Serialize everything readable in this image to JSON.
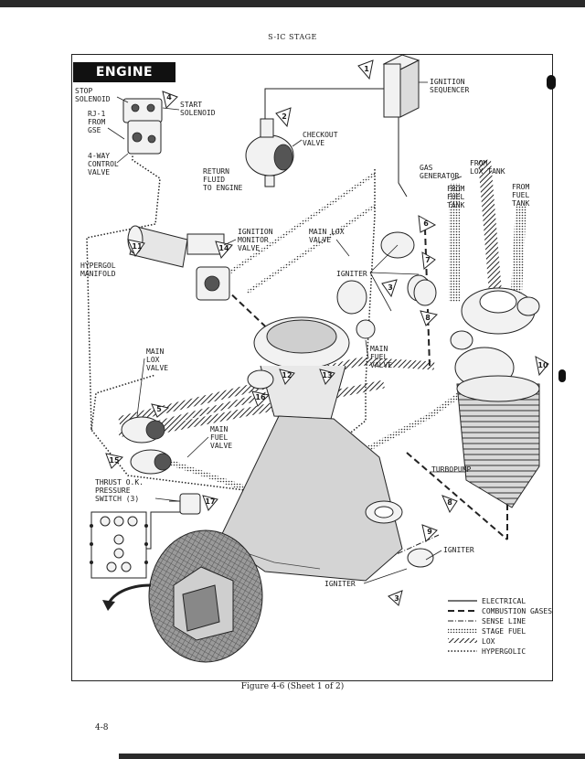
{
  "header": {
    "stage": "S-IC STAGE"
  },
  "title": "ENGINE START",
  "caption": "Figure 4-6 (Sheet 1 of 2)",
  "page_number": "4-8",
  "labels": {
    "stop_solenoid": [
      "STOP",
      "SOLENOID"
    ],
    "start_solenoid": [
      "START",
      "SOLENOID"
    ],
    "rj1": [
      "RJ-1",
      "FROM",
      "GSE"
    ],
    "four_way": [
      "4-WAY",
      "CONTROL",
      "VALVE"
    ],
    "ignition_sequencer": [
      "IGNITION",
      "SEQUENCER"
    ],
    "checkout_valve": [
      "CHECKOUT",
      "VALVE"
    ],
    "return_fluid": [
      "RETURN",
      "FLUID",
      "TO ENGINE"
    ],
    "gas_generator": [
      "GAS",
      "GENERATOR"
    ],
    "from_lox_tank": [
      "FROM",
      "LOX TANK"
    ],
    "from_fuel_tank_left": [
      "FROM",
      "FUEL",
      "TANK"
    ],
    "from_fuel_tank_right": [
      "FROM",
      "FUEL",
      "TANK"
    ],
    "ignition_monitor_valve": [
      "IGNITION",
      "MONITOR",
      "VALVE"
    ],
    "main_lox_valve_top": [
      "MAIN LOX",
      "VALVE"
    ],
    "hypergol_manifold": [
      "HYPERGOL",
      "MANIFOLD"
    ],
    "igniter_top": "IGNITER",
    "main_lox_valve_left": [
      "MAIN",
      "LOX",
      "VALVE"
    ],
    "main_fuel_valve_right": [
      "MAIN",
      "FUEL",
      "VALVE"
    ],
    "main_fuel_valve_bottom": [
      "MAIN",
      "FUEL",
      "VALVE"
    ],
    "thrust_ok": [
      "THRUST O.K.",
      "PRESSURE",
      "SWITCH (3)"
    ],
    "turbopump": "TURBOPUMP",
    "igniter_right": "IGNITER",
    "igniter_bottom": "IGNITER"
  },
  "step_numbers": [
    "1",
    "2",
    "3",
    "4",
    "5",
    "6",
    "7",
    "8",
    "9",
    "10",
    "11",
    "12",
    "13",
    "14",
    "15",
    "16",
    "17"
  ],
  "legend": [
    {
      "style": "solid",
      "label": "ELECTRICAL"
    },
    {
      "style": "dashed",
      "label": "COMBUSTION GASES"
    },
    {
      "style": "dashdot",
      "label": "SENSE LINE"
    },
    {
      "style": "dotted",
      "label": "STAGE FUEL"
    },
    {
      "style": "hatched",
      "label": "LOX"
    },
    {
      "style": "fine-dotted",
      "label": "HYPERGOLIC"
    }
  ]
}
